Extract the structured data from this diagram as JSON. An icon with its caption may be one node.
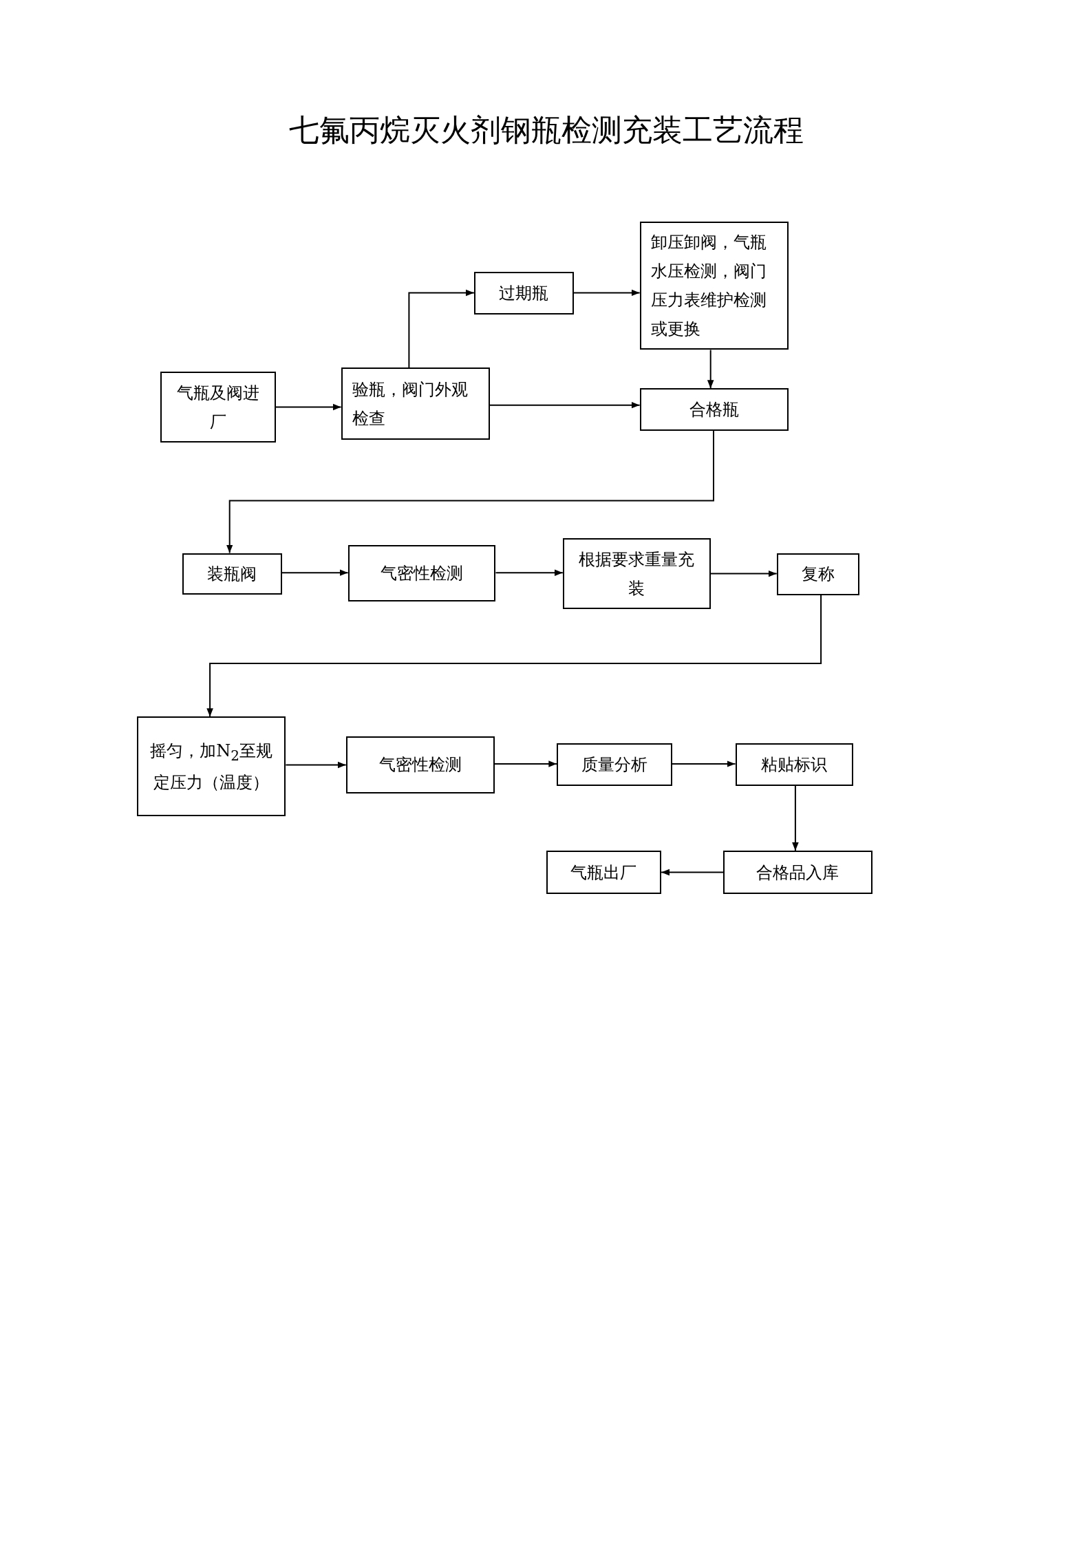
{
  "diagram": {
    "title": "七氟丙烷灭火剂钢瓶检测充装工艺流程",
    "nodes": [
      {
        "text": [
          "气瓶及阀进厂"
        ]
      },
      {
        "text": [
          "验瓶，阀门外观检查"
        ]
      },
      {
        "text": [
          "过期瓶"
        ]
      },
      {
        "text": [
          "卸压卸阀，气瓶水压检测，阀门压力表维护检测或更换"
        ]
      },
      {
        "text": [
          "合格瓶"
        ]
      },
      {
        "text": [
          "装瓶阀"
        ]
      },
      {
        "text": [
          "气密性检测"
        ]
      },
      {
        "text": [
          "根据要求重量充装"
        ]
      },
      {
        "text": [
          "复称"
        ]
      },
      {
        "text": [
          "摇匀，加N$_{2}$至规定压力（温度）"
        ]
      },
      {
        "text": [
          "气密性检测"
        ]
      },
      {
        "text": [
          "质量分析"
        ]
      },
      {
        "text": [
          "粘贴标识"
        ]
      },
      {
        "text": [
          "合格品入库"
        ]
      },
      {
        "text": [
          "气瓶出厂"
        ]
      }
    ],
    "edges": [
      {
        "from": 0,
        "to": 1,
        "arrow": "to"
      },
      {
        "from": 1,
        "to": 2,
        "arrow": "to"
      },
      {
        "from": 2,
        "to": 3,
        "arrow": "to"
      },
      {
        "from": 3,
        "to": 4,
        "arrow": "to"
      },
      {
        "from": 1,
        "to": 4,
        "arrow": "to"
      },
      {
        "from": 4,
        "to": 5,
        "arrow": "to"
      },
      {
        "from": 5,
        "to": 6,
        "arrow": "to"
      },
      {
        "from": 6,
        "to": 7,
        "arrow": "to"
      },
      {
        "from": 7,
        "to": 8,
        "arrow": "to"
      },
      {
        "from": 8,
        "to": 9,
        "arrow": "to"
      },
      {
        "from": 9,
        "to": 10,
        "arrow": "to"
      },
      {
        "from": 10,
        "to": 11,
        "arrow": "to"
      },
      {
        "from": 11,
        "to": 12,
        "arrow": "to"
      },
      {
        "from": 12,
        "to": 13,
        "arrow": "to"
      },
      {
        "from": 13,
        "to": 14,
        "arrow": "to"
      }
    ]
  }
}
